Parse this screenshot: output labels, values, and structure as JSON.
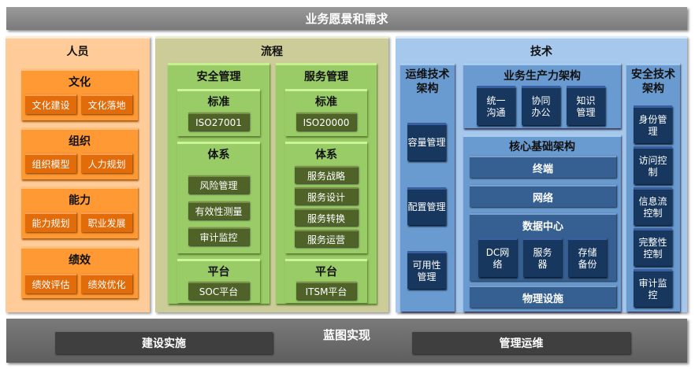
{
  "top_bar": {
    "title": "业务愿景和需求"
  },
  "people": {
    "title": "人员",
    "groups": [
      {
        "title": "文化",
        "items": [
          "文化建设",
          "文化落地"
        ]
      },
      {
        "title": "组织",
        "items": [
          "组织模型",
          "人力规划"
        ]
      },
      {
        "title": "能力",
        "items": [
          "能力规划",
          "职业发展"
        ]
      },
      {
        "title": "绩效",
        "items": [
          "绩效评估",
          "绩效优化"
        ]
      }
    ]
  },
  "process": {
    "title": "流程",
    "columns": [
      {
        "title": "安全管理",
        "standard_label": "标准",
        "standard": "ISO27001",
        "system_label": "体系",
        "system_items": [
          "风险管理",
          "有效性测量",
          "审计监控"
        ],
        "platform_label": "平台",
        "platform": "SOC平台"
      },
      {
        "title": "服务管理",
        "standard_label": "标准",
        "standard": "ISO20000",
        "system_label": "体系",
        "system_items": [
          "服务战略",
          "服务设计",
          "服务转换",
          "服务运营"
        ],
        "platform_label": "平台",
        "platform": "ITSM平台"
      }
    ]
  },
  "tech": {
    "title": "技术",
    "ops": {
      "title": "运维技术架构",
      "items": [
        "容量管理",
        "配置管理",
        "可用性管理"
      ]
    },
    "productivity": {
      "title": "业务生产力架构",
      "items": [
        "统一沟通",
        "协同办公",
        "知识管理"
      ]
    },
    "core": {
      "title": "核心基础架构",
      "terminal": "终端",
      "network": "网络",
      "datacenter": {
        "title": "数据中心",
        "items": [
          "DC网络",
          "服务器",
          "存储备份"
        ]
      },
      "physical": "物理设施"
    },
    "security": {
      "title": "安全技术架构",
      "items": [
        "身份管理",
        "访问控制",
        "信息流控制",
        "完整性控制",
        "审计监控"
      ]
    }
  },
  "bottom_bar": {
    "title": "蓝图实现",
    "buttons": [
      "建设实施",
      "管理运维"
    ]
  }
}
